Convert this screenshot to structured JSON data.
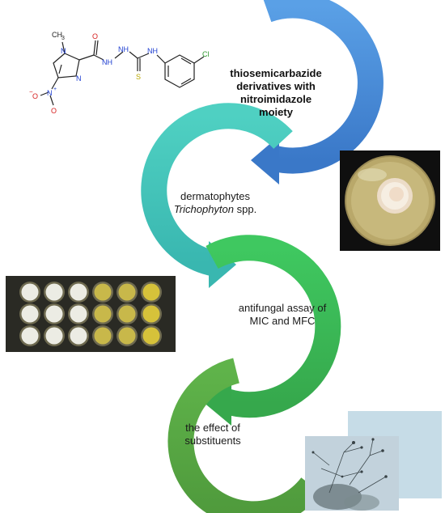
{
  "steps": [
    {
      "lines": [
        "thiosemicarbazide",
        "derivatives with",
        "nitroimidazole",
        "moiety"
      ],
      "color": "#4a8fd8"
    },
    {
      "lines": [
        "dermatophytes"
      ],
      "italic": "Trichophyton",
      "suffix": " spp.",
      "color": "#3fc1b5"
    },
    {
      "lines": [
        "antifungal assay of",
        "MIC and MFC"
      ],
      "color": "#3dbb55"
    },
    {
      "lines": [
        "the effect of",
        "substituents"
      ],
      "color": "#6aaa45"
    }
  ],
  "molecule": {
    "atoms": {
      "methyl": "CH",
      "methyl_sub": "3",
      "n1": "N",
      "n3": "N",
      "nitro_n": "N",
      "nitro_o": "O",
      "nitro_o2": "O",
      "nitro_plus": "+",
      "nitro_minus": "−",
      "carbonyl_o": "O",
      "hydrazide": "NH",
      "hydrazide2": "NH",
      "thio_s": "S",
      "amine": "NH",
      "chloro": "Cl"
    },
    "colors": {
      "nitrogen": "#1f3fd1",
      "oxygen": "#d62020",
      "sulfur": "#b8a800",
      "chlorine": "#2e9a2e",
      "bond": "#222222"
    }
  },
  "icons": [
    "petri-dish-photo",
    "well-plate-photo",
    "microscopy-photo"
  ]
}
